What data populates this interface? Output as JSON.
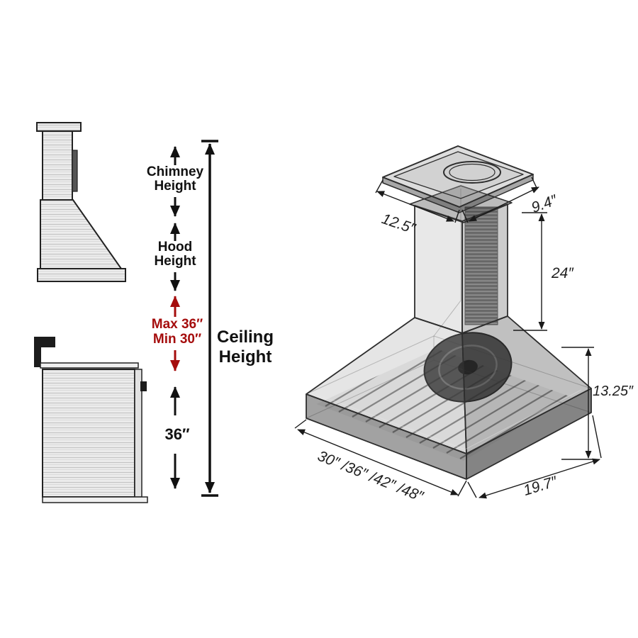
{
  "left_panel": {
    "chimney_height": {
      "line1": "Chimney",
      "line2": "Height"
    },
    "hood_height": {
      "line1": "Hood",
      "line2": "Height"
    },
    "mount_clearance": {
      "max": "Max 36″",
      "min": "Min 30″"
    },
    "range_clearance": "36″",
    "ceiling_height": {
      "line1": "Ceiling",
      "line2": "Height"
    }
  },
  "right_panel": {
    "chimney_top_depth": "12.5″",
    "chimney_top_width": "9.4″",
    "chimney_height": "24″",
    "hood_body_height": "13.25″",
    "hood_width_options": "30″ /36″ /42″ /48″",
    "hood_depth": "19.7″"
  },
  "colors": {
    "dimension_red": "#a50d0d",
    "ink": "#111111",
    "iso_line": "#2e2e2e"
  }
}
